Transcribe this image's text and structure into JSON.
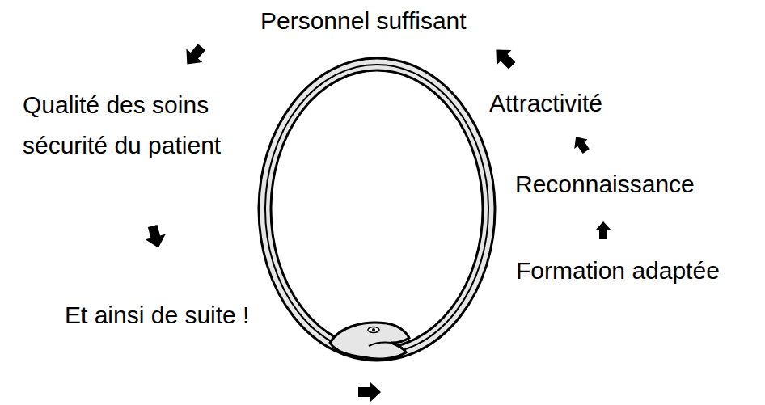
{
  "diagram": {
    "labels": [
      "Personnel suffisant",
      "Qualité des soins sécurité du patient",
      "Attractivité",
      "Reconnaissance",
      "Formation adaptée",
      "Et ainsi de suite !"
    ]
  }
}
